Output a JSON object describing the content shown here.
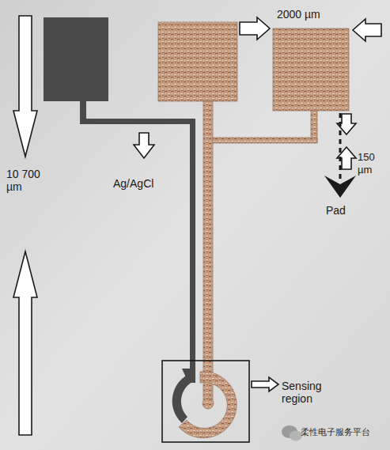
{
  "diagram": {
    "labels": [
      "2000 µm",
      "150 µm",
      "10 700 µm",
      "Ag/AgCl",
      "Pad",
      "Sensing region",
      "柔性电子服务平台"
    ]
  }
}
